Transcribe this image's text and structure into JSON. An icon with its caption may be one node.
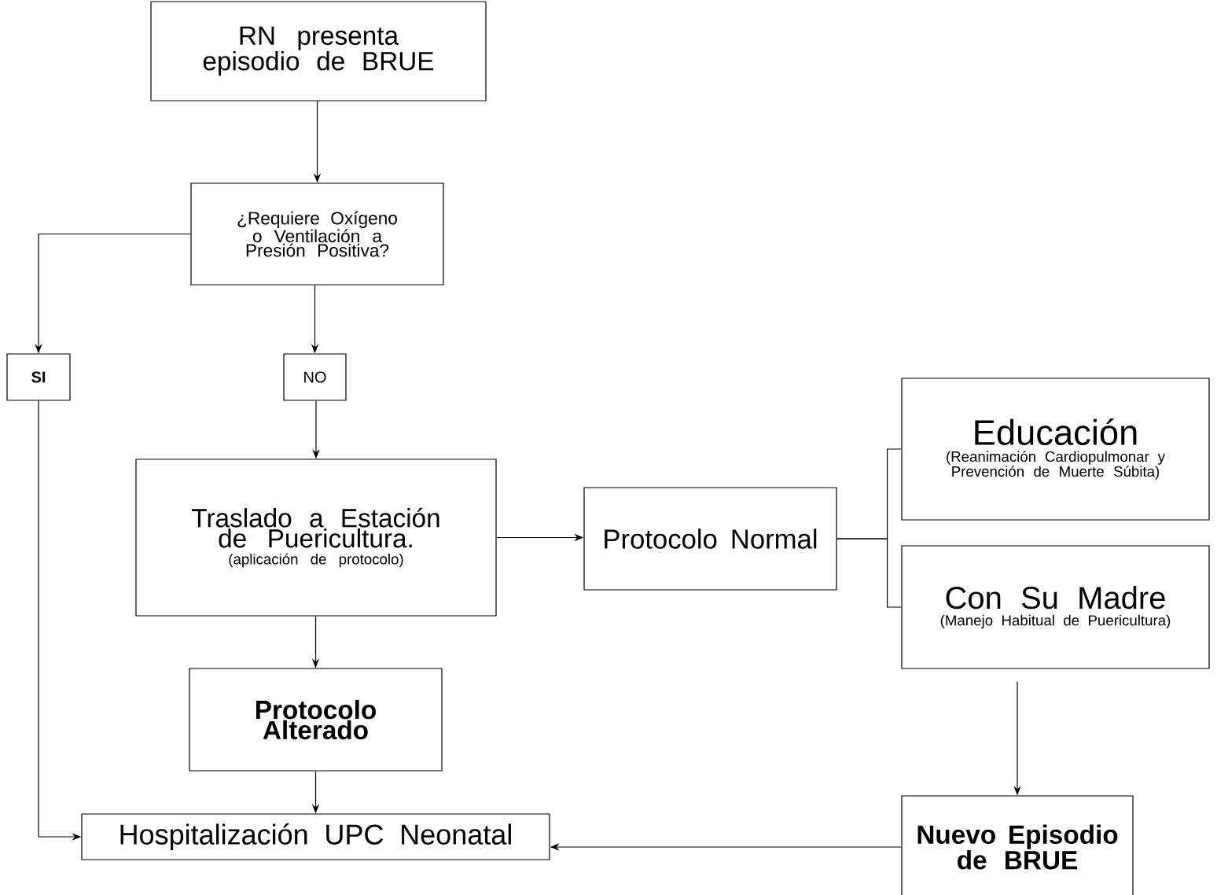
{
  "diagram": {
    "nodes": [
      {
        "text": [
          "RN presenta episodio de BRUE"
        ]
      },
      {
        "text": [
          "¿Requiere Oxígeno o Ventilación a Presión Positiva?"
        ]
      },
      {
        "text": [
          "SI"
        ]
      },
      {
        "text": [
          "NO"
        ]
      },
      {
        "text": [
          "Traslado a Estación de Puericultura.",
          "(aplicación de protocolo)"
        ]
      },
      {
        "text": [
          "Protocolo Normal"
        ]
      },
      {
        "text": [
          "Educación",
          "(Reanimación Cardiopulmonar y Prevención de Muerte Súbita)"
        ]
      },
      {
        "text": [
          "Con Su Madre",
          "(Manejo Habitual de Puericultura)"
        ]
      },
      {
        "text": [
          "Protocolo Alterado"
        ]
      },
      {
        "text": [
          "Hospitalización UPC Neonatal"
        ]
      },
      {
        "text": [
          "Nuevo Episodio de BRUE"
        ]
      }
    ],
    "edges": [
      {
        "from": 0,
        "to": 1,
        "arrow": "to"
      },
      {
        "from": 1,
        "to": 2,
        "arrow": "to"
      },
      {
        "from": 1,
        "to": 3,
        "arrow": "to"
      },
      {
        "from": 3,
        "to": 4,
        "arrow": "to"
      },
      {
        "from": 4,
        "to": 5,
        "arrow": "to"
      },
      {
        "from": 5,
        "to": 6,
        "arrow": "none"
      },
      {
        "from": 5,
        "to": 7,
        "arrow": "none"
      },
      {
        "from": 4,
        "to": 8,
        "arrow": "to"
      },
      {
        "from": 8,
        "to": 9,
        "arrow": "to"
      },
      {
        "from": 2,
        "to": 9,
        "arrow": "to"
      },
      {
        "from": 7,
        "to": 10,
        "arrow": "to"
      },
      {
        "from": 10,
        "to": 9,
        "arrow": "to"
      }
    ]
  }
}
